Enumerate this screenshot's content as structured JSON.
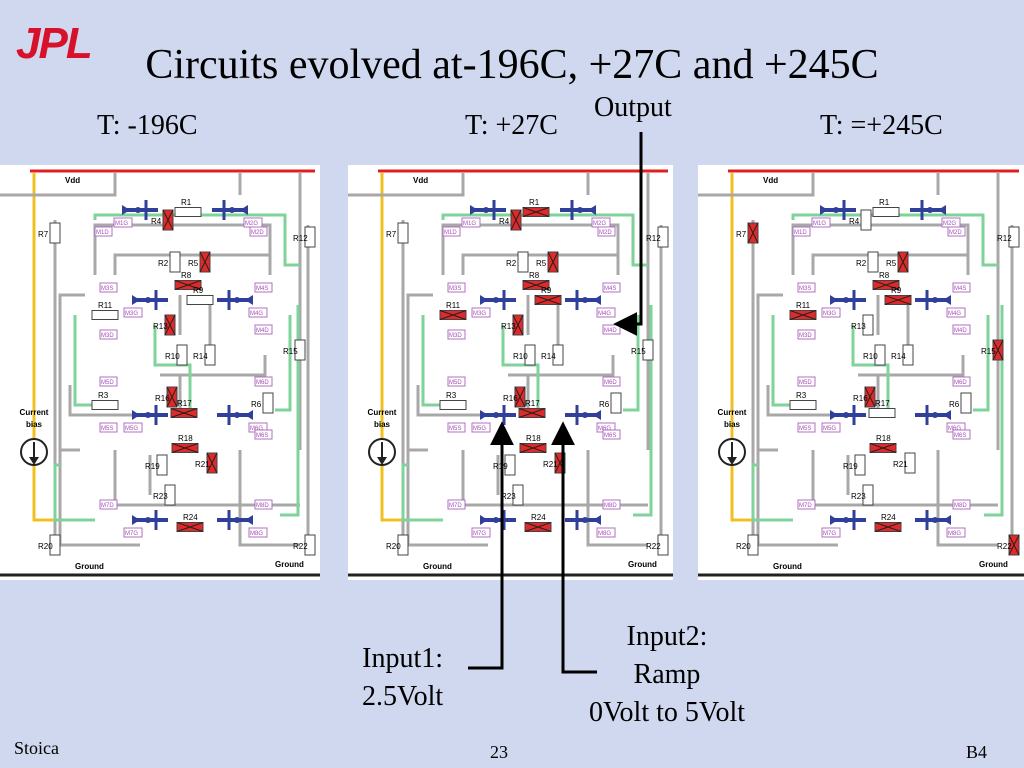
{
  "slide": {
    "logo_text": "JPL",
    "title": "Circuits evolved at-196C, +27C and +245C",
    "temps": [
      "T: -196C",
      "T: +27C",
      "T: =+245C"
    ],
    "output_label": "Output",
    "input1_line1": "Input1:",
    "input1_line2": "2.5Volt",
    "input2_line1": "Input2:",
    "input2_line2": "Ramp",
    "input2_line3": "0Volt to 5Volt",
    "author": "Stoica",
    "page_number": "23",
    "slide_code": "B4"
  },
  "schematic": {
    "vdd": "Vdd",
    "ground": "Ground",
    "current_bias": [
      "Current",
      "bias"
    ],
    "resistors": [
      "R1",
      "R2",
      "R3",
      "R4",
      "R5",
      "R6",
      "R7",
      "R8",
      "R9",
      "R10",
      "R11",
      "R12",
      "R13",
      "R14",
      "R15",
      "R16",
      "R17",
      "R18",
      "R19",
      "R20",
      "R21",
      "R22",
      "R23",
      "R24"
    ],
    "transistors": [
      "M1G",
      "M2G",
      "M1D",
      "M2D",
      "M3S",
      "M4S",
      "M3G",
      "M4G",
      "M3D",
      "M4D",
      "M5D",
      "M6D",
      "M5G",
      "M6G",
      "M5S",
      "M6S",
      "M7D",
      "M8D",
      "M7G",
      "M8G"
    ]
  },
  "colors": {
    "background": "#cfd8ee",
    "logo": "#d8102a",
    "supply_rail": "#e02020",
    "bias_wire": "#f0c020",
    "evolved_wire": "#7fd39a",
    "wire": "#a8a8a8",
    "transistor": "#2f3f9a",
    "resistor_on": "#e02a2a",
    "resistor_off": "#ffffff"
  }
}
